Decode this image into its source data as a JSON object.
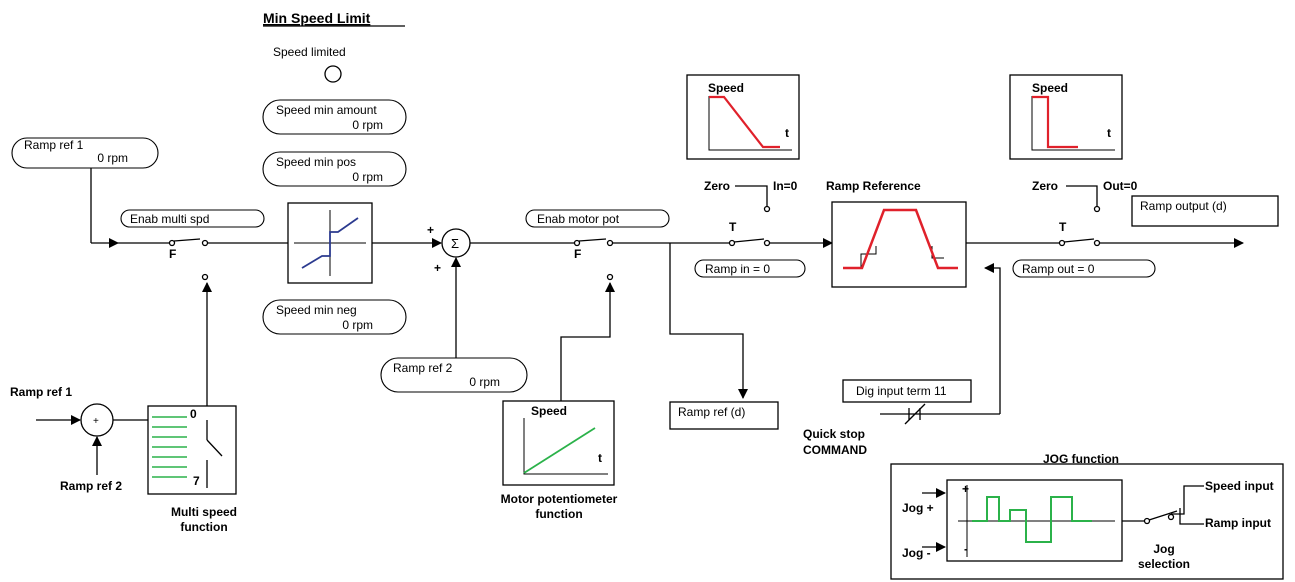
{
  "title": "Min Speed Limit",
  "speed_limited": "Speed limited",
  "params": {
    "ramp_ref_1": {
      "label": "Ramp ref 1",
      "value": "0  rpm"
    },
    "speed_min_amount": {
      "label": "Speed min amount",
      "value": "0  rpm"
    },
    "speed_min_pos": {
      "label": "Speed min pos",
      "value": "0  rpm"
    },
    "speed_min_neg": {
      "label": "Speed min neg",
      "value": "0  rpm"
    },
    "ramp_ref_2": {
      "label": "Ramp ref 2",
      "value": "0  rpm"
    },
    "enab_multi_spd": "Enab multi spd",
    "enab_motor_pot": "Enab motor pot",
    "ramp_in_0": "Ramp in = 0",
    "ramp_out_0": "Ramp out = 0",
    "ramp_output_d": "Ramp output (d)",
    "ramp_ref_d": "Ramp ref (d)",
    "dig_input_term_11": "Dig input term 11"
  },
  "labels": {
    "ramp_ref_1_in": "Ramp ref 1",
    "ramp_ref_2_in": "Ramp ref 2",
    "multi_speed_function": [
      "Multi speed",
      "function"
    ],
    "motor_pot_function": [
      "Motor potentiometer",
      "function"
    ],
    "ramp_reference": "Ramp Reference",
    "quick_stop": [
      "Quick stop",
      "COMMAND"
    ],
    "jog_function": "JOG function",
    "jog_plus": "Jog +",
    "jog_minus": "Jog -",
    "jog_selection": [
      "Jog",
      "selection"
    ],
    "speed_input": "Speed input",
    "ramp_input": "Ramp input",
    "zero_in": "Zero",
    "in_0": "In=0",
    "zero_out": "Zero",
    "out_0": "Out=0",
    "speed": "Speed",
    "t": "t",
    "switch_F": "F",
    "switch_T": "T",
    "plus": "+",
    "plus_small": "+",
    "minus_small": "-",
    "sigma": "Σ",
    "ms_0": "0",
    "ms_7": "7"
  },
  "colors": {
    "ramp_red": "#e0212b",
    "multi_green": "#2bb24a",
    "limit_blue": "#2b3a8f",
    "line": "#000000"
  }
}
